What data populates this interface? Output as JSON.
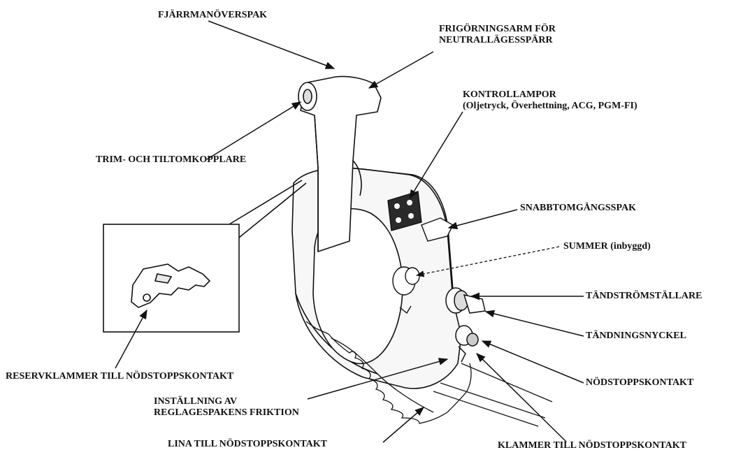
{
  "diagram": {
    "labels": {
      "fjarrmanoverspak": "FJÄRRMANÖVERSPAK",
      "frigorningsarm_line1": "FRIGÖRNINGSARM FÖR",
      "frigorningsarm_line2": "NEUTRALLÄGESSPÄRR",
      "kontrollampor_line1": "KONTROLLAMPOR",
      "kontrollampor_line2": "(Oljetryck, Överhettning, ACG, PGM-FI)",
      "trim": "TRIM- OCH TILTOMKOPPLARE",
      "snabbtomgang": "SNABBTOMGÅNGSSPAK",
      "summer": "SUMMER (inbyggd)",
      "tandstromstallare": "TÄNDSTRÖMSTÄLLARE",
      "tandningsnyckel": "TÄNDNINGSNYCKEL",
      "nodstoppskontakt": "NÖDSTOPPSKONTAKT",
      "reservklammer": "RESERVKLAMMER TILL NÖDSTOPPSKONTAKT",
      "installning_line1": "INSTÄLLNING AV",
      "installning_line2": "REGLAGESPAKENS FRIKTION",
      "lina": "LINA TILL NÖDSTOPPSKONTAKT",
      "klammer": "KLAMMER TILL NÖDSTOPPSKONTAKT"
    },
    "colors": {
      "ink": "#111111",
      "paper": "#ffffff",
      "shade": "#e9e9e9"
    }
  }
}
